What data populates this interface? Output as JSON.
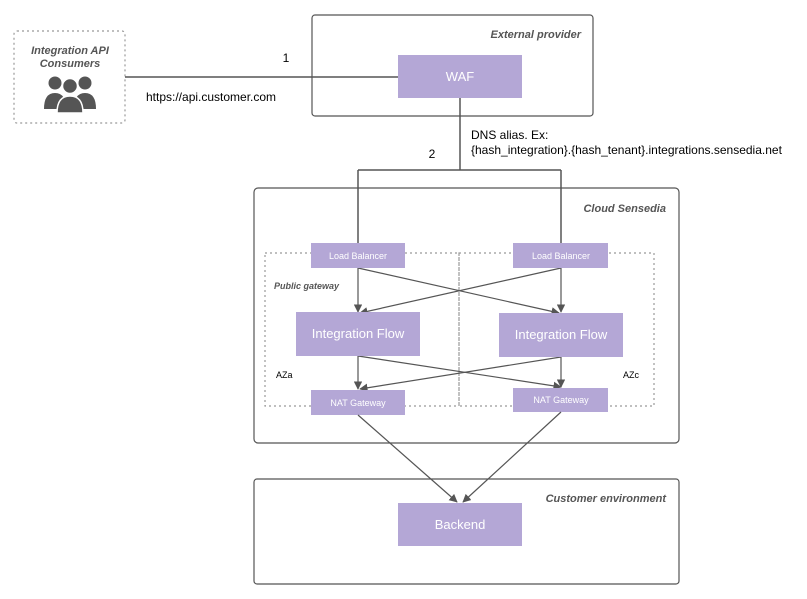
{
  "consumers": {
    "label_line1": "Integration API",
    "label_line2": "Consumers"
  },
  "connection_1": {
    "step": "1",
    "url": "https://api.customer.com"
  },
  "external_provider": {
    "title": "External provider",
    "waf_label": "WAF"
  },
  "connection_2": {
    "step": "2",
    "dns_line1": "DNS alias. Ex:",
    "dns_line2": "{hash_integration}.{hash_tenant}.integrations.sensedia.net"
  },
  "cloud": {
    "title": "Cloud Sensedia",
    "public_gateway": "Public gateway",
    "zones": [
      {
        "name": "AZa",
        "load_balancer": "Load Balancer",
        "integration_flow": "Integration Flow",
        "nat_gateway": "NAT Gateway"
      },
      {
        "name": "AZc",
        "load_balancer": "Load Balancer",
        "integration_flow": "Integration Flow",
        "nat_gateway": "NAT Gateway"
      }
    ]
  },
  "customer_environment": {
    "title": "Customer environment",
    "backend_label": "Backend"
  },
  "colors": {
    "box_fill": "#b4a7d6",
    "line": "#555555",
    "container_border": "#555555"
  },
  "icons": {
    "consumers": "users-group-icon"
  }
}
